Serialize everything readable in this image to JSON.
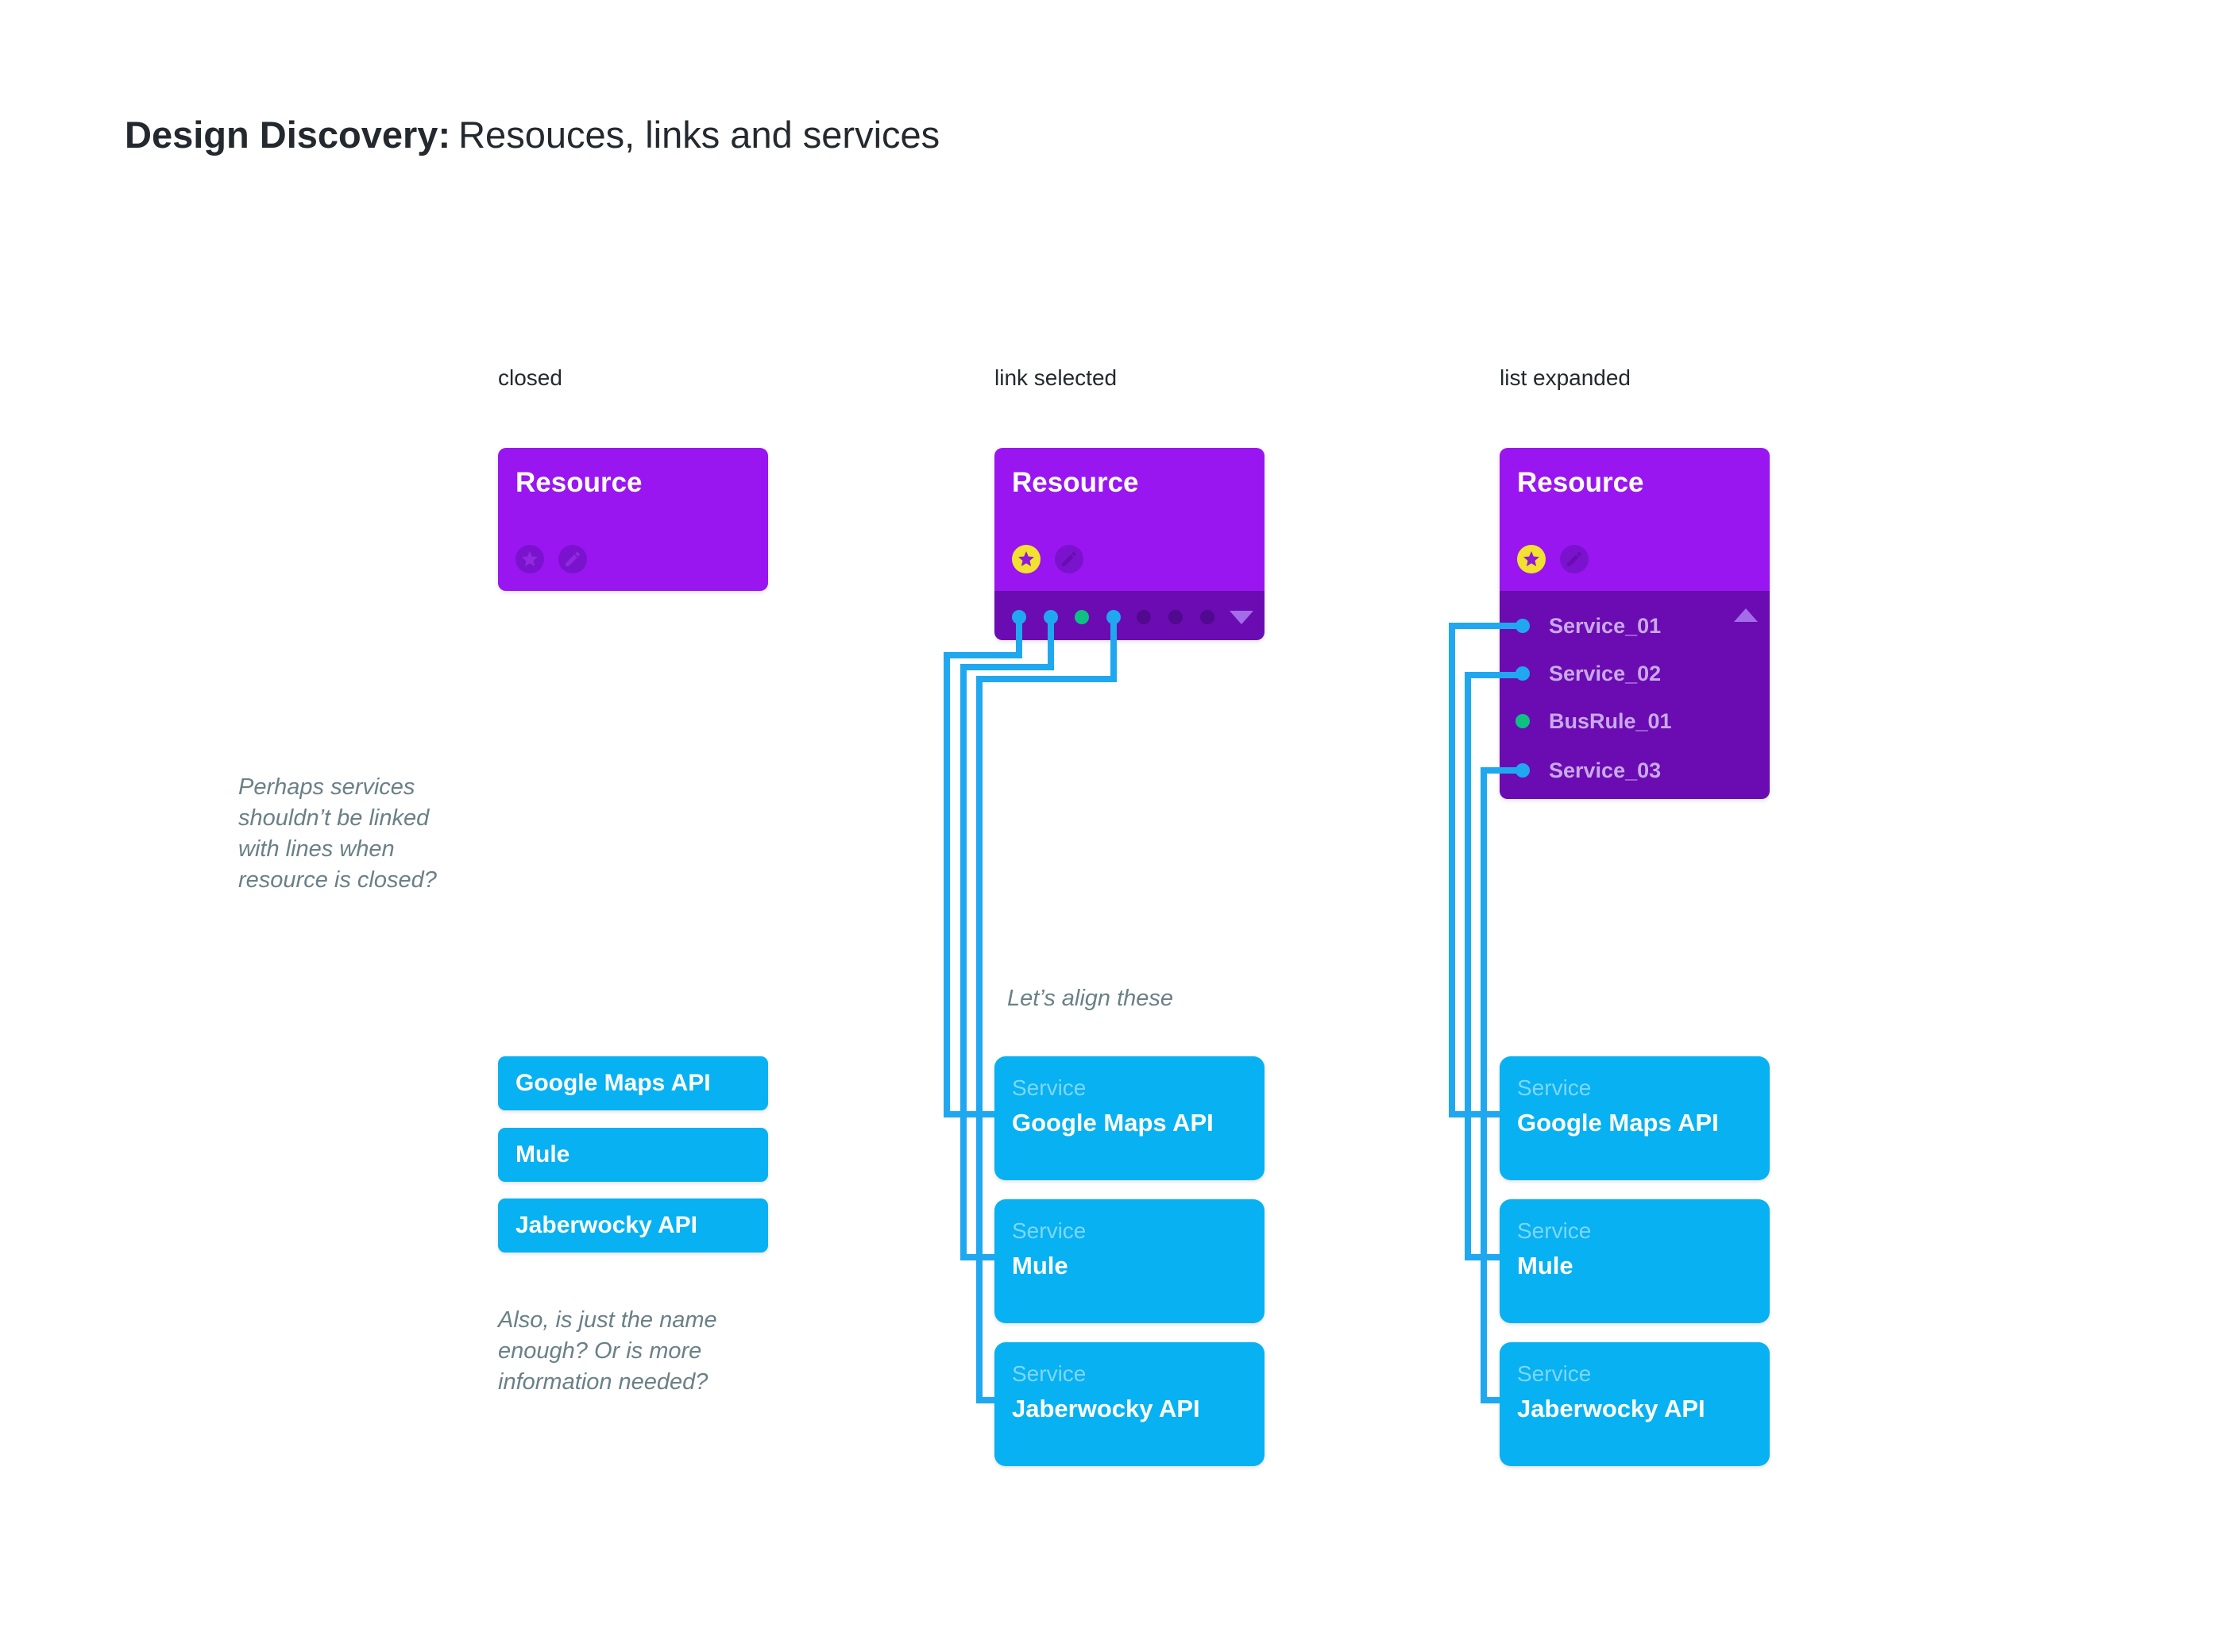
{
  "title": {
    "bold": "Design Discovery:",
    "regular": "Resouces, links and services"
  },
  "columns": {
    "closed": "closed",
    "link_selected": "link selected",
    "list_expanded": "list expanded"
  },
  "resource": {
    "title": "Resource"
  },
  "strip_dots": [
    "blue",
    "blue",
    "green",
    "blue",
    "dark",
    "dark",
    "dark"
  ],
  "expanded_list": {
    "items": [
      {
        "name": "Service_01",
        "dot": "blue"
      },
      {
        "name": "Service_02",
        "dot": "blue"
      },
      {
        "name": "BusRule_01",
        "dot": "green"
      },
      {
        "name": "Service_03",
        "dot": "blue"
      }
    ]
  },
  "services": {
    "label": "Service",
    "closed_cards": [
      "Google Maps API",
      "Mule",
      "Jaberwocky API"
    ],
    "named_cards": [
      "Google Maps API",
      "Mule",
      "Jaberwocky API"
    ]
  },
  "annotations": {
    "left": "Perhaps services\nshouldn’t be linked\nwith lines when\nresource is closed?",
    "middle": "Let’s align these",
    "bottom": "Also, is just the name\nenough? Or is more\ninformation needed?"
  },
  "colors": {
    "resource_purple": "#9916F0",
    "resource_dark_purple": "#6A0CB2",
    "icon_circle_purple": "#7B13CE",
    "inactive_dot_purple": "#51098F",
    "star_yellow": "#F2E230",
    "service_card_blue": "#07B1F2",
    "link_line_blue": "#1FA8F0",
    "busrule_green": "#0DC183",
    "list_text_lavender": "#C9A9EA",
    "service_sublabel_blue": "#7ED6F9",
    "annotation_gray": "#6A8087",
    "triangle_lilac": "#A46CE8"
  }
}
